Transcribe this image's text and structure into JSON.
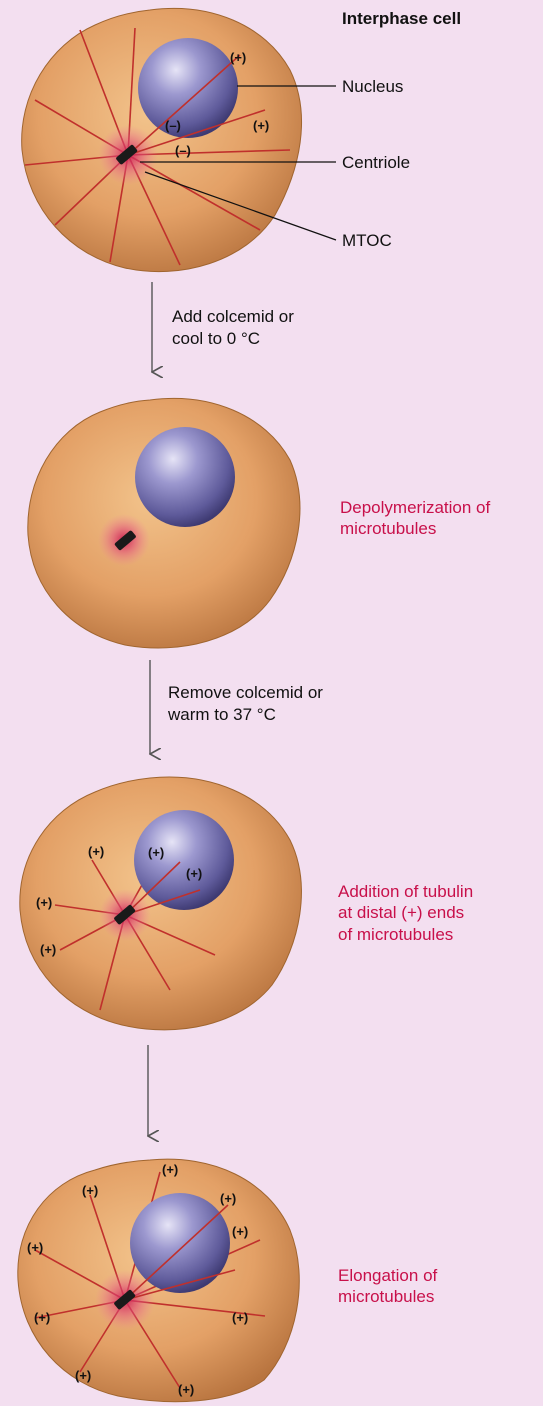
{
  "panel1": {
    "title": "Interphase cell",
    "nucleus_label": "Nucleus",
    "centriole_label": "Centriole",
    "mtoc_label": "MTOC",
    "plus_mark": "(+)",
    "minus_mark": "(–)"
  },
  "step1": {
    "line1": "Add colcemid or",
    "line2": "cool to 0 °C"
  },
  "panel2": {
    "result_line1": "Depolymerization of",
    "result_line2": "microtubules"
  },
  "step2": {
    "line1": "Remove colcemid or",
    "line2": "warm to 37 °C"
  },
  "panel3": {
    "result_line1": "Addition of tubulin",
    "result_line2": "at distal (+) ends",
    "result_line3": "of microtubules",
    "plus_mark": "(+)"
  },
  "panel4": {
    "result_line1": "Elongation of",
    "result_line2": "microtubules",
    "plus_mark": "(+)"
  },
  "colors": {
    "cell_body": "#e3a066",
    "nucleus": "#7d79b9",
    "microtubule": "#c0302c",
    "result_text": "#c8104a",
    "background": "#f3dff0"
  }
}
